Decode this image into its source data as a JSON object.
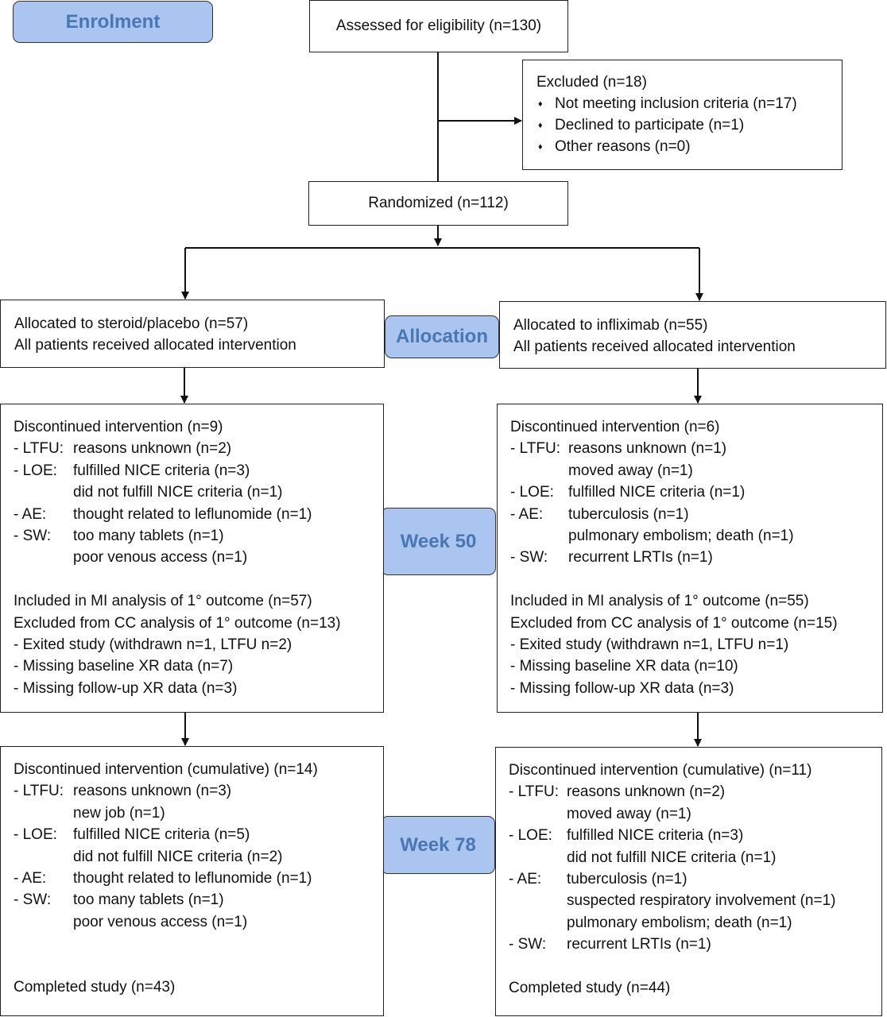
{
  "stages": {
    "enrolment": "Enrolment",
    "allocation": "Allocation",
    "week50": "Week 50",
    "week78": "Week 78"
  },
  "assessed": "Assessed for eligibility (n=130)",
  "excluded": {
    "title": "Excluded  (n=18)",
    "bullet": "♦",
    "items": [
      "Not meeting inclusion criteria (n=17)",
      "Declined to participate (n=1)",
      "Other reasons (n=0)"
    ]
  },
  "randomized": "Randomized (n=112)",
  "alloc_left": [
    "Allocated to steroid/placebo (n=57)",
    "All patients received allocated intervention"
  ],
  "alloc_right": [
    "Allocated to infliximab (n=55)",
    "All patients received allocated intervention"
  ],
  "w50_left": {
    "rows": [
      {
        "a": "Discontinued intervention (n=9)",
        "b": ""
      },
      {
        "a": "- LTFU:",
        "b": "reasons unknown (n=2)"
      },
      {
        "a": "- LOE:",
        "b": "fulfilled NICE criteria (n=3)"
      },
      {
        "a": "",
        "b": "did not fulfill NICE criteria (n=1)"
      },
      {
        "a": "- AE:",
        "b": "thought related to leflunomide (n=1)"
      },
      {
        "a": "- SW:",
        "b": "too many tablets (n=1)"
      },
      {
        "a": "",
        "b": "poor venous access (n=1)"
      },
      {
        "a": "",
        "b": ""
      },
      {
        "a": "Included in MI analysis of 1° outcome (n=57)",
        "b": ""
      },
      {
        "a": "Excluded from CC analysis of 1° outcome (n=13)",
        "b": ""
      },
      {
        "a": "- Exited study (withdrawn n=1, LTFU n=2)",
        "b": ""
      },
      {
        "a": "- Missing baseline XR data (n=7)",
        "b": ""
      },
      {
        "a": "- Missing follow-up XR data (n=3)",
        "b": ""
      }
    ]
  },
  "w50_right": {
    "rows": [
      {
        "a": "Discontinued intervention (n=6)",
        "b": ""
      },
      {
        "a": "- LTFU:",
        "b": "reasons unknown (n=1)"
      },
      {
        "a": "",
        "b": "moved away (n=1)"
      },
      {
        "a": "- LOE:",
        "b": "fulfilled NICE criteria (n=1)"
      },
      {
        "a": "- AE:",
        "b": "tuberculosis (n=1)"
      },
      {
        "a": "",
        "b": "pulmonary embolism; death (n=1)"
      },
      {
        "a": "- SW:",
        "b": "recurrent LRTIs (n=1)"
      },
      {
        "a": "",
        "b": ""
      },
      {
        "a": "Included in MI analysis of 1° outcome (n=55)",
        "b": ""
      },
      {
        "a": "Excluded from CC analysis of 1° outcome (n=15)",
        "b": ""
      },
      {
        "a": "- Exited study (withdrawn n=1, LTFU n=1)",
        "b": ""
      },
      {
        "a": "- Missing baseline XR data (n=10)",
        "b": ""
      },
      {
        "a": "- Missing follow-up XR data (n=3)",
        "b": ""
      }
    ]
  },
  "w78_left": {
    "rows": [
      {
        "a": "Discontinued intervention (cumulative) (n=14)",
        "b": ""
      },
      {
        "a": "- LTFU:",
        "b": "reasons unknown (n=3)"
      },
      {
        "a": "",
        "b": "new job (n=1)"
      },
      {
        "a": "- LOE:",
        "b": "fulfilled NICE criteria (n=5)"
      },
      {
        "a": "",
        "b": "did not fulfill NICE criteria (n=2)"
      },
      {
        "a": "- AE:",
        "b": "thought related to leflunomide (n=1)"
      },
      {
        "a": "- SW:",
        "b": "too many tablets (n=1)"
      },
      {
        "a": "",
        "b": "poor venous access (n=1)"
      },
      {
        "a": "",
        "b": ""
      },
      {
        "a": "",
        "b": ""
      },
      {
        "a": "Completed study (n=43)",
        "b": ""
      }
    ]
  },
  "w78_right": {
    "rows": [
      {
        "a": "Discontinued intervention (cumulative) (n=11)",
        "b": ""
      },
      {
        "a": "- LTFU:",
        "b": "reasons unknown (n=2)"
      },
      {
        "a": "",
        "b": "moved away (n=1)"
      },
      {
        "a": "- LOE:",
        "b": "fulfilled NICE criteria (n=3)"
      },
      {
        "a": "",
        "b": "did not fulfill NICE criteria (n=1)"
      },
      {
        "a": "- AE:",
        "b": "tuberculosis (n=1)"
      },
      {
        "a": "",
        "b": "suspected respiratory involvement (n=1)"
      },
      {
        "a": "",
        "b": "pulmonary embolism; death (n=1)"
      },
      {
        "a": "- SW:",
        "b": "recurrent LRTIs (n=1)"
      },
      {
        "a": "",
        "b": ""
      },
      {
        "a": "Completed study (n=44)",
        "b": ""
      }
    ]
  }
}
